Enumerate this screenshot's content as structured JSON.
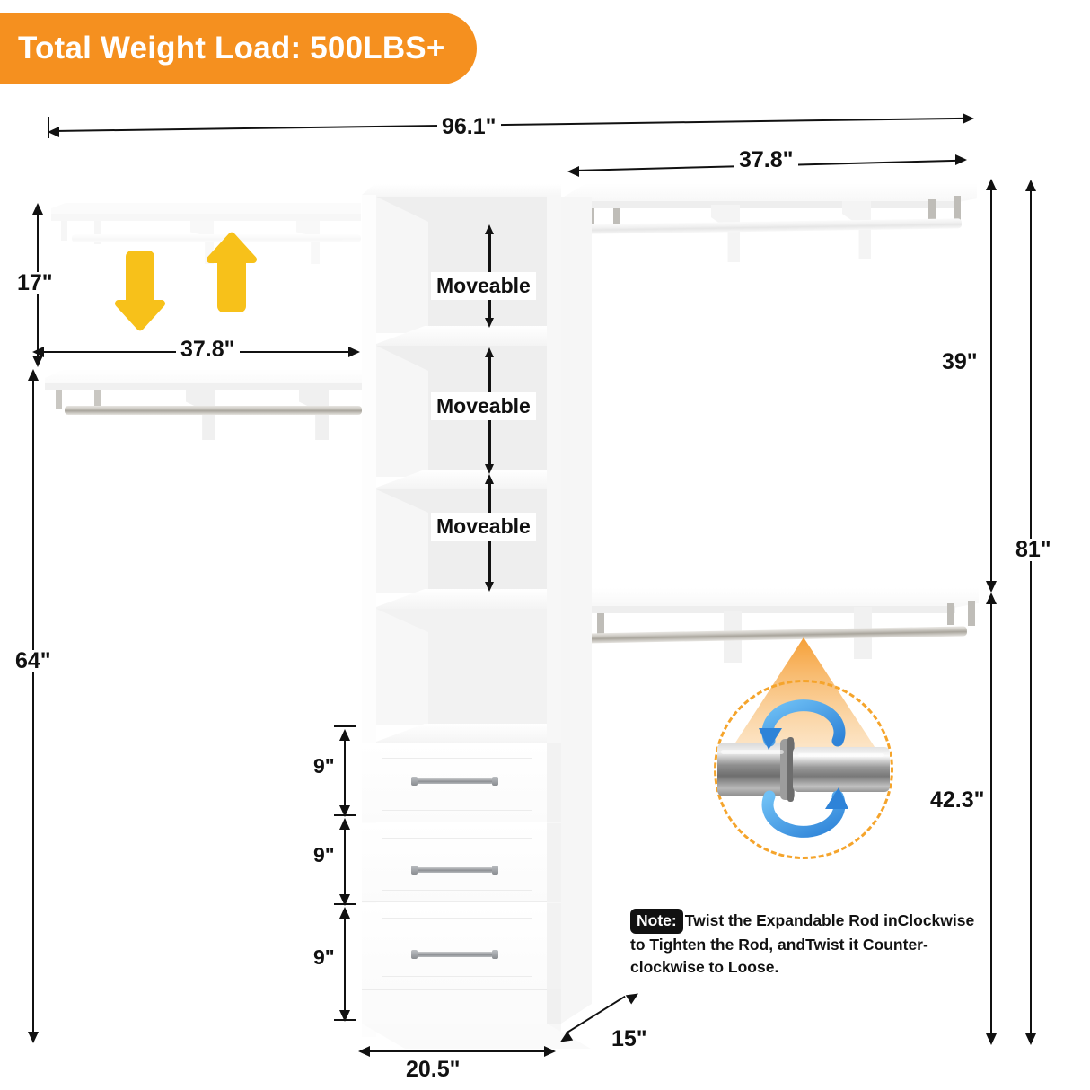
{
  "badge": {
    "text": "Total Weight Load: 500LBS+",
    "color": "#F5901F"
  },
  "dimensions": {
    "overall_width": "96.1\"",
    "left_wing_width": "37.8\"",
    "right_wing_width": "37.8\"",
    "upper_gap_height": "17\"",
    "left_total_height": "64\"",
    "right_upper_hang": "39\"",
    "right_total_height": "81\"",
    "right_lower_hang": "42.3\"",
    "drawer_1_height": "9\"",
    "drawer_2_height": "9\"",
    "drawer_3_height": "9\"",
    "base_width": "20.5\"",
    "base_depth": "15\""
  },
  "shelf_labels": {
    "moveable_1": "Moveable",
    "moveable_2": "Moveable",
    "moveable_3": "Moveable"
  },
  "note": {
    "tag": "Note:",
    "line1": "Twist the Expandable Rod inClockwise",
    "line2": "to Tighten the Rod, andTwist it Counter-",
    "line3": "clockwise to Loose."
  },
  "colors": {
    "accent_orange": "#F5901F",
    "dash_orange": "#F5A42B",
    "arrow_yellow": "#F7C11A",
    "rotate_blue": "#3F9BE8",
    "dim_black": "#111111"
  },
  "icons": {
    "move_down": "down-arrow-icon",
    "move_up": "up-arrow-icon",
    "rotate": "rotation-arrows-icon",
    "rod": "expandable-rod-icon"
  }
}
